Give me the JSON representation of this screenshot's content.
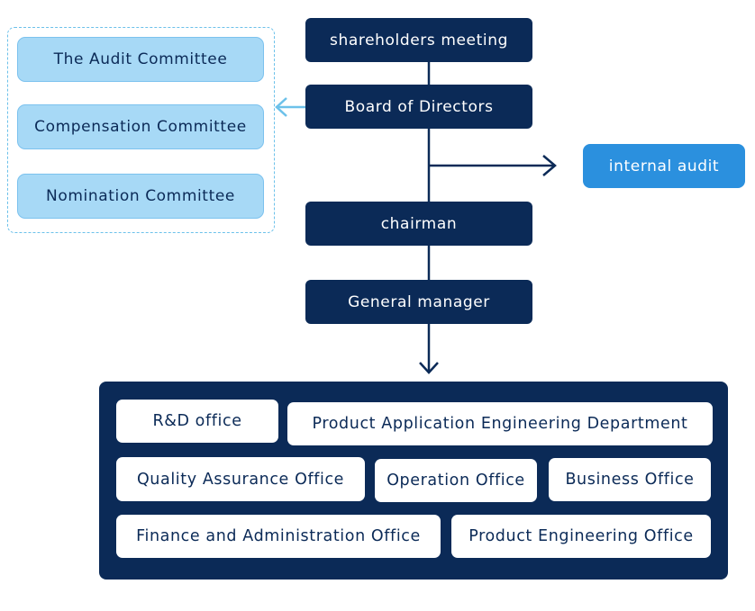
{
  "top_chain": {
    "shareholders": "shareholders meeting",
    "board": "Board of Directors",
    "chairman": "chairman",
    "general_manager": "General manager"
  },
  "side_unit": {
    "internal_audit": "internal audit"
  },
  "committees": [
    "The Audit Committee",
    "Compensation Committee",
    "Nomination Committee"
  ],
  "departments": [
    "R&D office",
    "Product Application Engineering Department",
    "Quality Assurance Office",
    "Operation Office",
    "Business Office",
    "Finance and Administration Office",
    "Product Engineering Office"
  ],
  "colors": {
    "navy": "#0b2a57",
    "committee_fill": "#a7d9f6",
    "committee_arrow": "#6cc1ea",
    "internal_audit_fill": "#2b90de",
    "background": "#ffffff"
  },
  "icons": {
    "board_to_committees": "arrow-left-icon",
    "to_internal_audit": "arrow-right-icon",
    "to_departments": "arrow-down-icon"
  }
}
